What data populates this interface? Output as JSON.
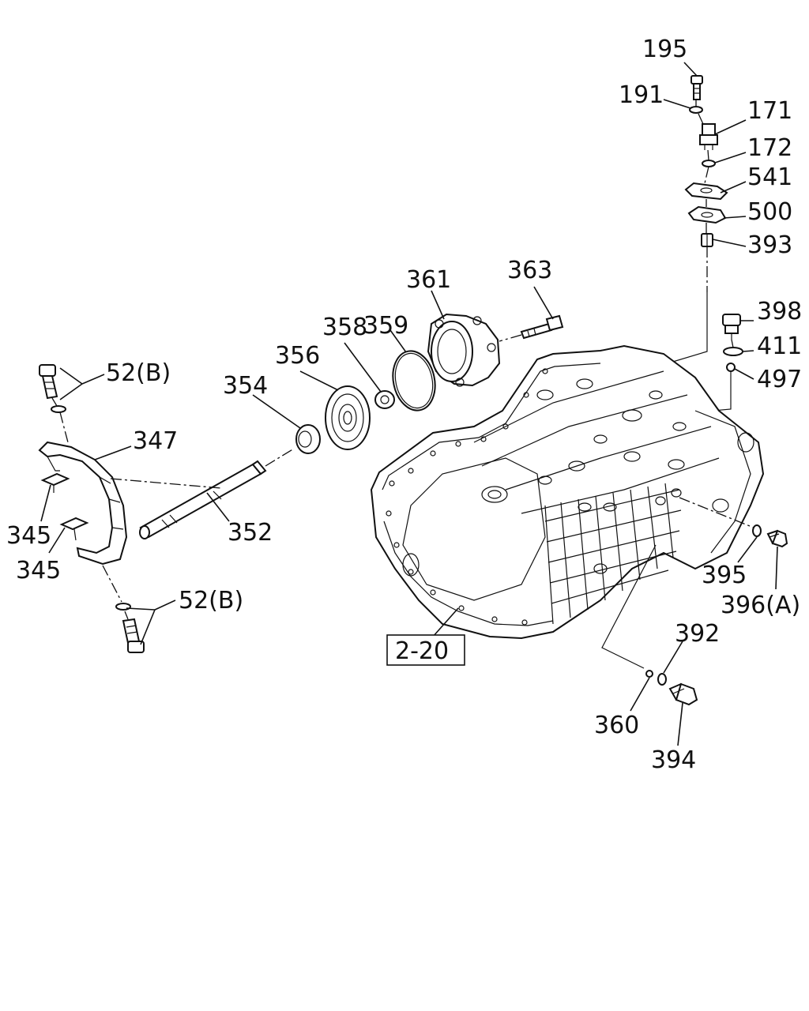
{
  "callouts": [
    {
      "id": "195",
      "text": "195"
    },
    {
      "id": "191",
      "text": "191"
    },
    {
      "id": "171",
      "text": "171"
    },
    {
      "id": "172",
      "text": "172"
    },
    {
      "id": "541",
      "text": "541"
    },
    {
      "id": "500",
      "text": "500"
    },
    {
      "id": "393",
      "text": "393"
    },
    {
      "id": "398",
      "text": "398"
    },
    {
      "id": "411",
      "text": "411"
    },
    {
      "id": "497",
      "text": "497"
    },
    {
      "id": "363",
      "text": "363"
    },
    {
      "id": "361",
      "text": "361"
    },
    {
      "id": "359",
      "text": "359"
    },
    {
      "id": "358",
      "text": "358"
    },
    {
      "id": "356",
      "text": "356"
    },
    {
      "id": "354",
      "text": "354"
    },
    {
      "id": "52b_top",
      "text": "52(B)"
    },
    {
      "id": "347",
      "text": "347"
    },
    {
      "id": "345_a",
      "text": "345"
    },
    {
      "id": "345_b",
      "text": "345"
    },
    {
      "id": "352",
      "text": "352"
    },
    {
      "id": "52b_bottom",
      "text": "52(B)"
    },
    {
      "id": "395",
      "text": "395"
    },
    {
      "id": "396a",
      "text": "396(A)"
    },
    {
      "id": "392",
      "text": "392"
    },
    {
      "id": "360",
      "text": "360"
    },
    {
      "id": "394",
      "text": "394"
    }
  ],
  "reference_box": {
    "text": "2-20"
  }
}
